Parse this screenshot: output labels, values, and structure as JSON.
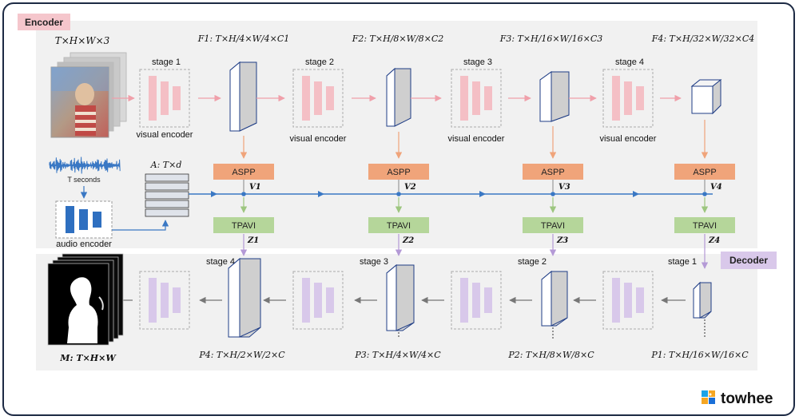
{
  "encoder_tag": "Encoder",
  "decoder_tag": "Decoder",
  "input": {
    "video_dims": "T×H×W×3",
    "audio_caption": "T seconds",
    "audio_encoder_label": "audio encoder",
    "audio_feature": "A: T×d",
    "output_mask": "M: T×H×W"
  },
  "encoder_stages": [
    {
      "stage": "stage 1",
      "encoder": "visual encoder",
      "feature": "F1: T×H/4×W/4×C1",
      "aspp": "ASPP",
      "v": "V1",
      "tpavi": "TPAVI",
      "z": "Z1"
    },
    {
      "stage": "stage 2",
      "encoder": "visual encoder",
      "feature": "F2: T×H/8×W/8×C2",
      "aspp": "ASPP",
      "v": "V2",
      "tpavi": "TPAVI",
      "z": "Z2"
    },
    {
      "stage": "stage 3",
      "encoder": "visual encoder",
      "feature": "F3: T×H/16×W/16×C3",
      "aspp": "ASPP",
      "v": "V3",
      "tpavi": "TPAVI",
      "z": "Z3"
    },
    {
      "stage": "stage 4",
      "encoder": "visual encoder",
      "feature": "F4: T×H/32×W/32×C4",
      "aspp": "ASPP",
      "v": "V4",
      "tpavi": "TPAVI",
      "z": "Z4"
    }
  ],
  "decoder_stages": [
    {
      "stage": "stage 4",
      "feature": "P4: T×H/2×W/2×C"
    },
    {
      "stage": "stage 3",
      "feature": "P3: T×H/4×W/4×C"
    },
    {
      "stage": "stage 2",
      "feature": "P2: T×H/8×W/8×C"
    },
    {
      "stage": "stage 1",
      "feature": "P1: T×H/16×W/16×C"
    }
  ],
  "brand": "towhee",
  "colors": {
    "encoder_tag_bg": "#f5c6cc",
    "decoder_tag_bg": "#d9c8ea",
    "aspp": "#f0a47a",
    "tpavi": "#b5d69a",
    "encoder_bar": "#f4bfc5",
    "decoder_bar": "#d8c8ea",
    "flow_blue": "#3a78c4",
    "panel": "#f1f1f1"
  }
}
